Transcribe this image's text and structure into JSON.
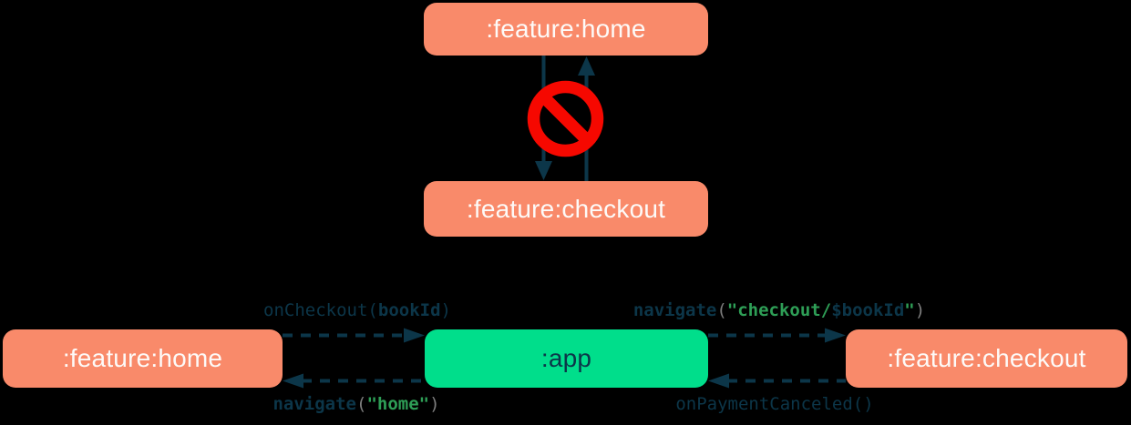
{
  "colors": {
    "background": "#000000",
    "feature_box": "#F98A6A",
    "app_box": "#00DE8B",
    "navy": "#0C3649",
    "no_sign_red": "#F60800",
    "code_green": "#2E9E56",
    "code_gray": "#7D7D7D",
    "box_text_light": "#FDFAF8"
  },
  "top_diagram": {
    "home_box": ":feature:home",
    "checkout_box": ":feature:checkout",
    "no_sign_icon": "no-entry-icon"
  },
  "bottom_diagram": {
    "home_box": ":feature:home",
    "app_box": ":app",
    "checkout_box": ":feature:checkout",
    "calls": {
      "on_checkout": {
        "full": "onCheckout(bookId)",
        "segments": [
          {
            "text": "onCheckout("
          },
          {
            "text": "bookId"
          },
          {
            "text": ")"
          }
        ]
      },
      "navigate_checkout": {
        "full": "navigate(\"checkout/$bookId\")",
        "segments": [
          {
            "text": "navigate"
          },
          {
            "text": "("
          },
          {
            "text": "\"checkout/"
          },
          {
            "text": "$bookId"
          },
          {
            "text": "\""
          },
          {
            "text": ")"
          }
        ]
      },
      "navigate_home": {
        "full": "navigate(\"home\")",
        "segments": [
          {
            "text": "navigate"
          },
          {
            "text": "("
          },
          {
            "text": "\"home\""
          },
          {
            "text": ")"
          }
        ]
      },
      "on_payment_canceled": {
        "full": "onPaymentCanceled()",
        "segments": [
          {
            "text": "onPaymentCanceled()"
          }
        ]
      }
    }
  }
}
